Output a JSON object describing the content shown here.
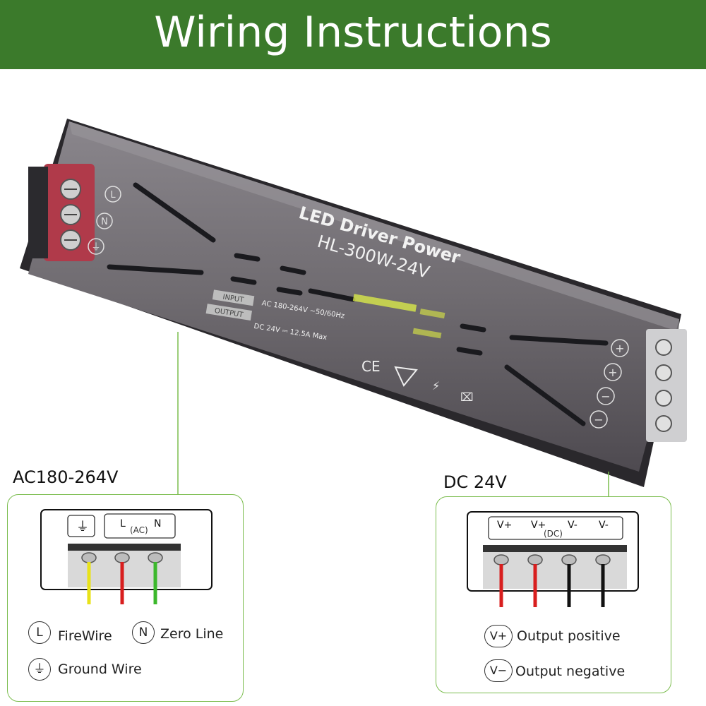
{
  "header": {
    "title": "Wiring Instructions"
  },
  "device": {
    "name": "LED Driver Power",
    "model": "HL-300W-24V",
    "input_tag": "INPUT",
    "output_tag": "OUTPUT",
    "input_spec": "AC 180-264V ~50/60Hz",
    "output_spec": "DC 24V ⎓ 12.5A Max",
    "input_symbols": [
      "L",
      "N",
      "⏚"
    ],
    "output_symbols": [
      "+",
      "+",
      "−",
      "−"
    ]
  },
  "ac": {
    "title": "AC180-264V",
    "labels": {
      "ground": "⏚",
      "l": "L",
      "ac": "(AC)",
      "n": "N"
    },
    "wire_colors": [
      "#e8e21a",
      "#d81e1e",
      "#3cb82c"
    ],
    "legend": {
      "l_symbol": "L",
      "l_text": "FireWire",
      "n_symbol": "N",
      "n_text": "Zero Line",
      "g_symbol": "⏚",
      "g_text": "Ground Wire"
    }
  },
  "dc": {
    "title": "DC  24V",
    "labels": {
      "vp1": "V+",
      "vp2": "V+",
      "dc": "(DC)",
      "vm1": "V-",
      "vm2": "V-"
    },
    "wire_colors": [
      "#d81e1e",
      "#d81e1e",
      "#111111",
      "#111111"
    ],
    "legend": {
      "vp_symbol": "V+",
      "vp_text": "Output positive",
      "vm_symbol": "V−",
      "vm_text": "Output negative"
    }
  },
  "colors": {
    "header_bg": "#3b7a2b",
    "panel_border": "#7bbd4e",
    "device_body": "#6f6b70"
  }
}
